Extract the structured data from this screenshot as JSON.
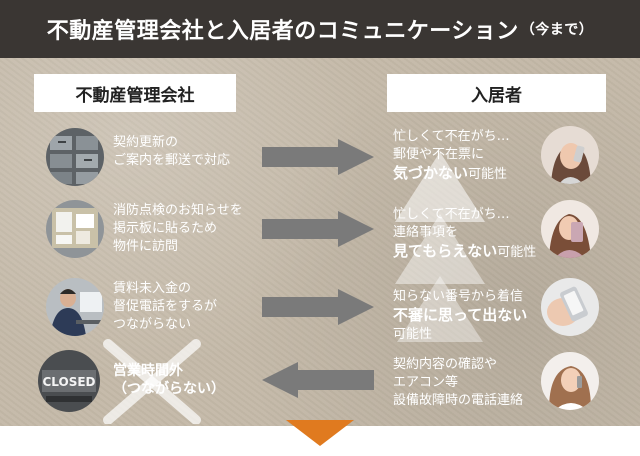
{
  "header": {
    "title": "不動産管理会社と入居者のコミュニケーション",
    "suffix": "（今まで）"
  },
  "columns": {
    "left": "不動産管理会社",
    "right": "入居者"
  },
  "rows": [
    {
      "company_lines": [
        "契約更新の",
        "ご案内を郵送で対応"
      ],
      "resident_lines": [
        "忙しくて不在がち…",
        "郵便や不在票に"
      ],
      "resident_strong": "気づかない",
      "resident_tail": "可能性"
    },
    {
      "company_lines": [
        "消防点検のお知らせを",
        "掲示板に貼るため",
        "物件に訪問"
      ],
      "resident_lines": [
        "忙しくて不在がち…",
        "連絡事項を"
      ],
      "resident_strong": "見てもらえない",
      "resident_tail": "可能性"
    },
    {
      "company_lines": [
        "賃料未入金の",
        "督促電話をするが",
        "つながらない"
      ],
      "resident_lines": [
        "知らない番号から着信"
      ],
      "resident_strong": "不審に思って出ない",
      "resident_tail": "可能性"
    },
    {
      "company_lines": [
        "営業時間外",
        "（つながらない）"
      ],
      "resident_lines": [
        "契約内容の確認や",
        "エアコン等",
        "設備故障時の電話連絡"
      ]
    }
  ],
  "photo_labels": {
    "closed_sign": "CLOSED"
  },
  "colors": {
    "title_bg": "#3a3633",
    "arrow_gray": "#7a7a7a",
    "accent_orange": "#e07a1f"
  }
}
